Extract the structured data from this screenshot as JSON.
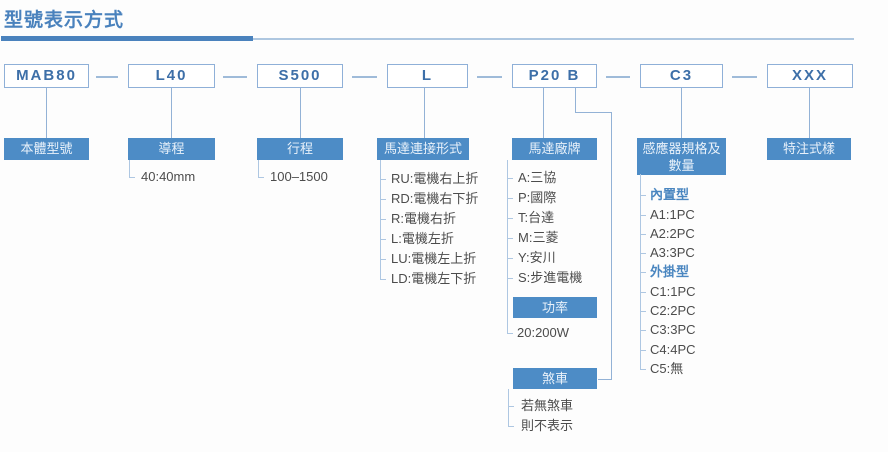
{
  "title": "型號表示方式",
  "colors": {
    "accent_blue": "#4a82bd",
    "box_fill": "#4d8cc6",
    "box_border": "#8fb0d8",
    "code_text": "#3d6fa8",
    "item_text": "#4c4c4c",
    "group_item_text": "#4a86c0",
    "connector": "#aec7e2"
  },
  "columns": [
    {
      "code": "MAB80",
      "label": "本體型號"
    },
    {
      "code": "L40",
      "label": "導程",
      "items": [
        "40:40mm"
      ]
    },
    {
      "code": "S500",
      "label": "行程",
      "items": [
        "100–1500"
      ]
    },
    {
      "code": "L",
      "label": "馬達連接形式",
      "items": [
        "RU:電機右上折",
        "RD:電機右下折",
        "R:電機右折",
        "L:電機左折",
        "LU:電機左上折",
        "LD:電機左下折"
      ]
    },
    {
      "code": "P20 B",
      "label": "馬達廠牌",
      "items": [
        "A:三協",
        "P:國際",
        "T:台達",
        "M:三菱",
        "Y:安川",
        "S:步進電機"
      ],
      "power": {
        "label": "功率",
        "value": "20:200W"
      },
      "brake": {
        "label": "煞車",
        "notes": [
          "若無煞車",
          "則不表示"
        ]
      }
    },
    {
      "code": "C3",
      "label": "感應器規格及數量",
      "items": [
        "內置型",
        "A1:1PC",
        "A2:2PC",
        "A3:3PC",
        "外掛型",
        "C1:1PC",
        "C2:2PC",
        "C3:3PC",
        "C4:4PC",
        "C5:無"
      ]
    },
    {
      "code": "XXX",
      "label": "特注式樣"
    }
  ]
}
